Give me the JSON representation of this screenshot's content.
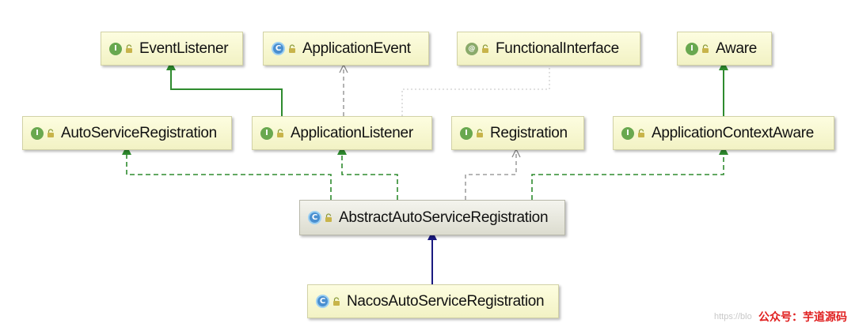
{
  "nodes": [
    {
      "id": "event-listener",
      "kind": "I",
      "label": "EventListener"
    },
    {
      "id": "application-event",
      "kind": "C",
      "label": "ApplicationEvent"
    },
    {
      "id": "functional-interface",
      "kind": "@",
      "label": "FunctionalInterface"
    },
    {
      "id": "aware",
      "kind": "I",
      "label": "Aware"
    },
    {
      "id": "auto-service-registration",
      "kind": "I",
      "label": "AutoServiceRegistration"
    },
    {
      "id": "application-listener",
      "kind": "I",
      "label": "ApplicationListener"
    },
    {
      "id": "registration",
      "kind": "I",
      "label": "Registration"
    },
    {
      "id": "application-context-aware",
      "kind": "I",
      "label": "ApplicationContextAware"
    },
    {
      "id": "abstract-auto-service-registration",
      "kind": "C",
      "label": "AbstractAutoServiceRegistration"
    },
    {
      "id": "nacos-auto-service-registration",
      "kind": "C",
      "label": "NacosAutoServiceRegistration"
    }
  ],
  "edges": [
    {
      "from": "application-listener",
      "to": "event-listener",
      "style": "extends"
    },
    {
      "from": "application-listener",
      "to": "application-event",
      "style": "uses"
    },
    {
      "from": "application-listener",
      "to": "functional-interface",
      "style": "annotated"
    },
    {
      "from": "application-context-aware",
      "to": "aware",
      "style": "extends"
    },
    {
      "from": "abstract-auto-service-registration",
      "to": "auto-service-registration",
      "style": "implements"
    },
    {
      "from": "abstract-auto-service-registration",
      "to": "application-listener",
      "style": "implements"
    },
    {
      "from": "abstract-auto-service-registration",
      "to": "registration",
      "style": "uses"
    },
    {
      "from": "abstract-auto-service-registration",
      "to": "application-context-aware",
      "style": "implements"
    },
    {
      "from": "nacos-auto-service-registration",
      "to": "abstract-auto-service-registration",
      "style": "class-extends"
    }
  ],
  "colors": {
    "extends": "#2e8b2e",
    "class_extends": "#1a1a80",
    "uses": "#8a8a8a",
    "annotated": "#c0c0c0",
    "badge_interface": "#69a84f",
    "badge_class": "#4a8fd0"
  },
  "watermark": "https://blo",
  "brand": "公众号：芋道源码"
}
